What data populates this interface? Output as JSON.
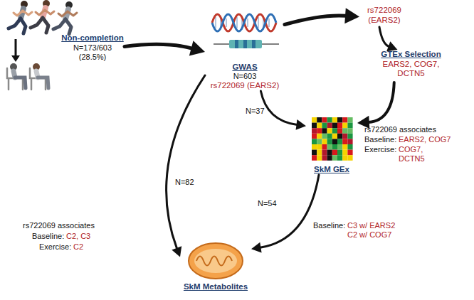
{
  "diagram": {
    "nodes": [
      {
        "text": [
          "Non-completion",
          "N=173/603 (28.5%)"
        ]
      },
      {
        "text": [
          "GWAS",
          "N=603",
          "rs722069 (EARS2)"
        ]
      },
      {
        "text": [
          "rs722069 (EARS2)"
        ]
      },
      {
        "text": [
          "GTEx Selection",
          "EARS2, COG7, DCTN5"
        ]
      },
      {
        "text": [
          "SkM GEx"
        ]
      },
      {
        "text": [
          "SkM Metabolites"
        ]
      }
    ],
    "edges": [
      {
        "from": 0,
        "to": 1,
        "arrow": "to"
      },
      {
        "from": 1,
        "to": 2,
        "arrow": "to"
      },
      {
        "from": 2,
        "to": 3,
        "arrow": "to"
      },
      {
        "from": 1,
        "to": 4,
        "label": "N=37",
        "arrow": "to"
      },
      {
        "from": 3,
        "to": 4,
        "arrow": "to"
      },
      {
        "from": 1,
        "to": 5,
        "label": "N=82",
        "arrow": "to"
      },
      {
        "from": 4,
        "to": 5,
        "label": "N=54",
        "arrow": "to"
      }
    ],
    "labels": [
      "rs722069 associates",
      "Baseline:",
      "EARS2, COG7",
      "Exercise:",
      "COG7, DCTN5",
      "rs722069 associates",
      "Baseline:",
      "C2, C3",
      "Exercise:",
      "C2",
      "Baseline:",
      "C3 w/ EARS2",
      "C2 w/ COG7"
    ]
  }
}
